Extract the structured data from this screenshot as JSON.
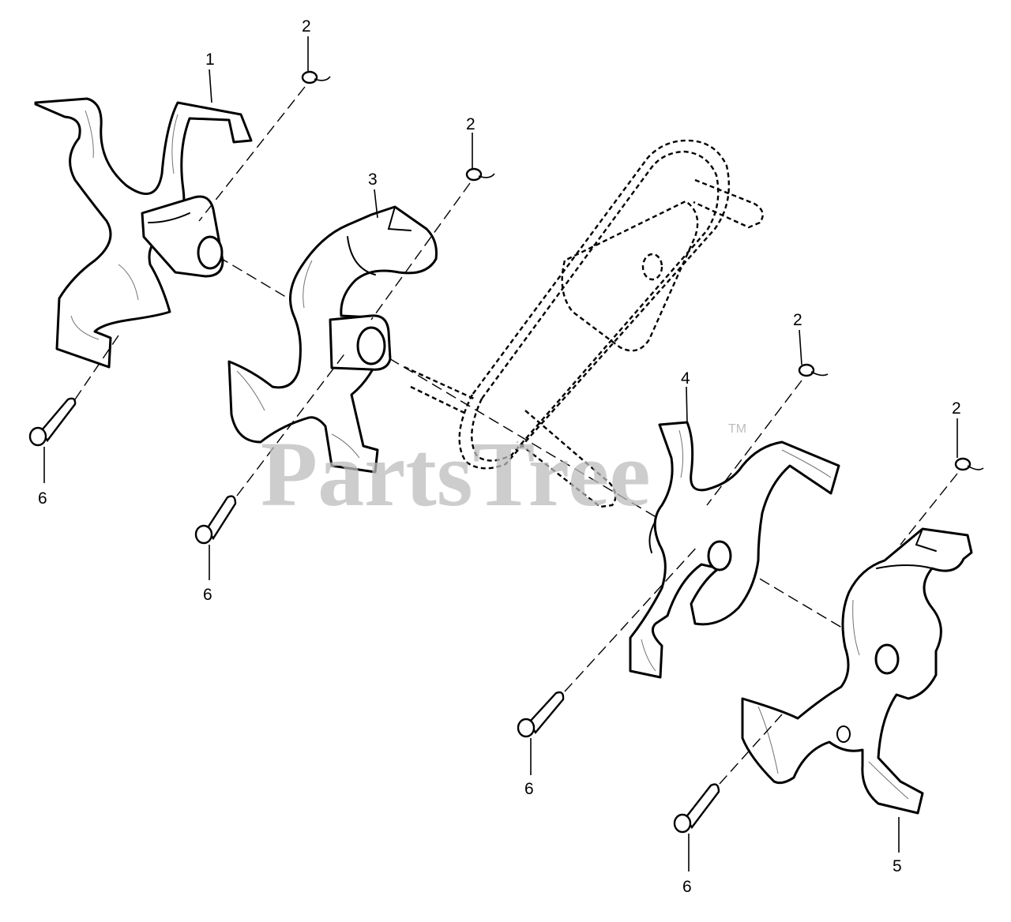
{
  "diagram": {
    "callouts": [
      {
        "id": "c1",
        "label": "1"
      },
      {
        "id": "c2a",
        "label": "2"
      },
      {
        "id": "c2b",
        "label": "2"
      },
      {
        "id": "c2c",
        "label": "2"
      },
      {
        "id": "c2d",
        "label": "2"
      },
      {
        "id": "c3",
        "label": "3"
      },
      {
        "id": "c4",
        "label": "4"
      },
      {
        "id": "c5",
        "label": "5"
      },
      {
        "id": "c6a",
        "label": "6"
      },
      {
        "id": "c6b",
        "label": "6"
      },
      {
        "id": "c6c",
        "label": "6"
      },
      {
        "id": "c6d",
        "label": "6"
      }
    ],
    "watermark": {
      "text": "PartsTree",
      "trademark": "TM",
      "color": "#bdbdbd"
    }
  }
}
